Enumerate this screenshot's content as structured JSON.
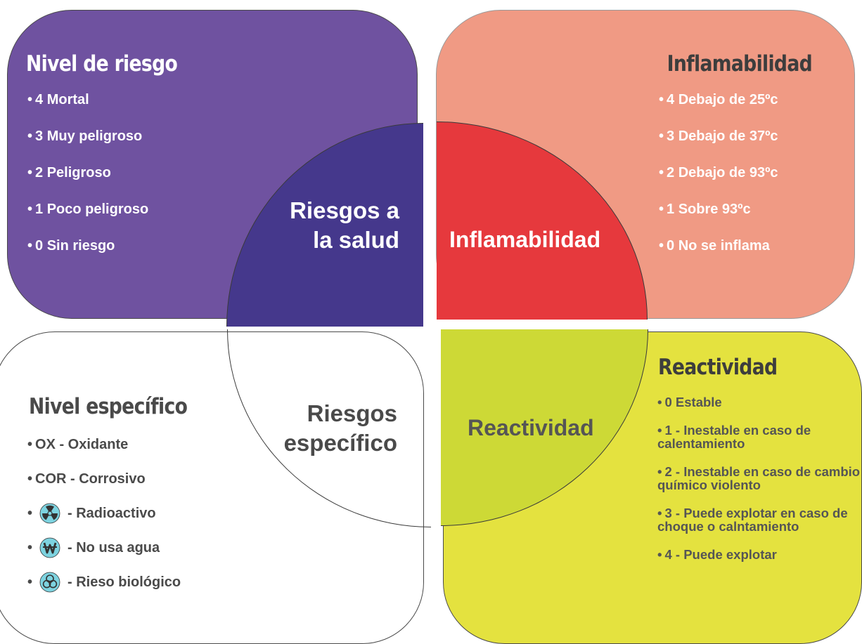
{
  "colors": {
    "health_bg": "#6f52a0",
    "health_quad": "#45388c",
    "flam_bg": "#f09a84",
    "flam_quad": "#e6393d",
    "spec_bg": "#ffffff",
    "react_bg": "#e4e23f",
    "react_quad": "#cdd936",
    "icon_cyan": "#7dd3e0",
    "text_white": "#ffffff",
    "text_dark": "#3d3d3d",
    "text_gray": "#4a4a4a",
    "text_react": "#555555"
  },
  "health": {
    "title": "Nivel de riesgo",
    "items": [
      "4 Mortal",
      "3 Muy peligroso",
      "2 Peligroso",
      "1 Poco peligroso",
      "0 Sin riesgo"
    ],
    "quadrant_label_1": "Riesgos a",
    "quadrant_label_2": "la salud"
  },
  "flammability": {
    "title": "Inflamabilidad",
    "items": [
      "4 Debajo de 25ºc",
      "3 Debajo de 37ºc",
      "2 Debajo de 93ºc",
      "1 Sobre 93ºc",
      "0 No se inflama"
    ],
    "quadrant_label": "Inflamabilidad"
  },
  "specific": {
    "title": "Nivel específico",
    "items": [
      "OX - Oxidante",
      "COR - Corrosivo"
    ],
    "icon_items": [
      {
        "icon": "radioactive-icon",
        "text": "- Radioactivo"
      },
      {
        "icon": "no-water-icon",
        "text": "- No usa agua"
      },
      {
        "icon": "biohazard-icon",
        "text": "- Rieso biológico"
      }
    ],
    "quadrant_label_1": "Riesgos",
    "quadrant_label_2": "específico"
  },
  "reactivity": {
    "title": "Reactividad",
    "items": [
      "0 Estable",
      "1 - Inestable en caso de calentamiento",
      "2 - Inestable en caso de cambio químico violento",
      "3 - Puede explotar en caso de choque o calntamiento",
      "4 - Puede explotar"
    ],
    "quadrant_label": "Reactividad"
  },
  "bullet": "•"
}
